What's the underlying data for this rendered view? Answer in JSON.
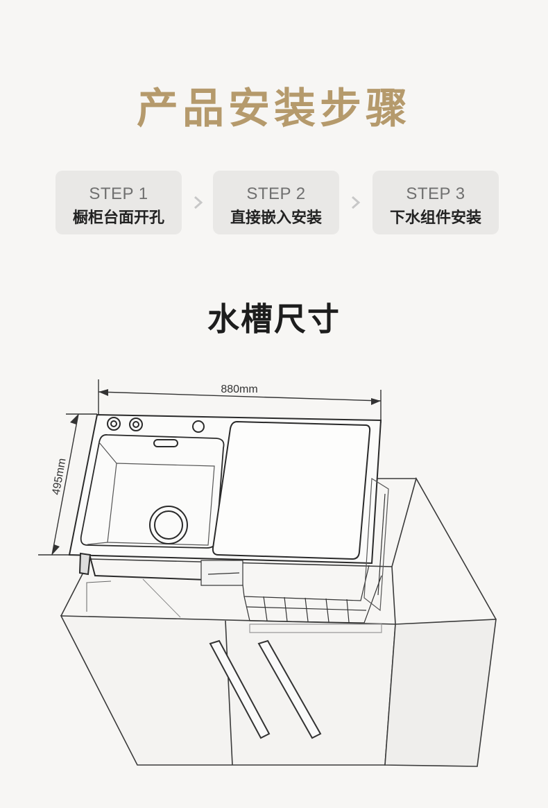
{
  "title": "产品安装步骤",
  "steps": [
    {
      "num": "STEP 1",
      "label": "橱柜台面开孔"
    },
    {
      "num": "STEP 2",
      "label": "直接嵌入安装"
    },
    {
      "num": "STEP 3",
      "label": "下水组件安装"
    }
  ],
  "section_title": "水槽尺寸",
  "dimensions": {
    "width": "880mm",
    "depth": "495mm"
  },
  "colors": {
    "title_gold": "#b59a6c",
    "card_bg": "#e9e8e6",
    "line": "#2a2a2a"
  },
  "icons": [
    "chevron-right-icon",
    "chevron-right-icon"
  ]
}
